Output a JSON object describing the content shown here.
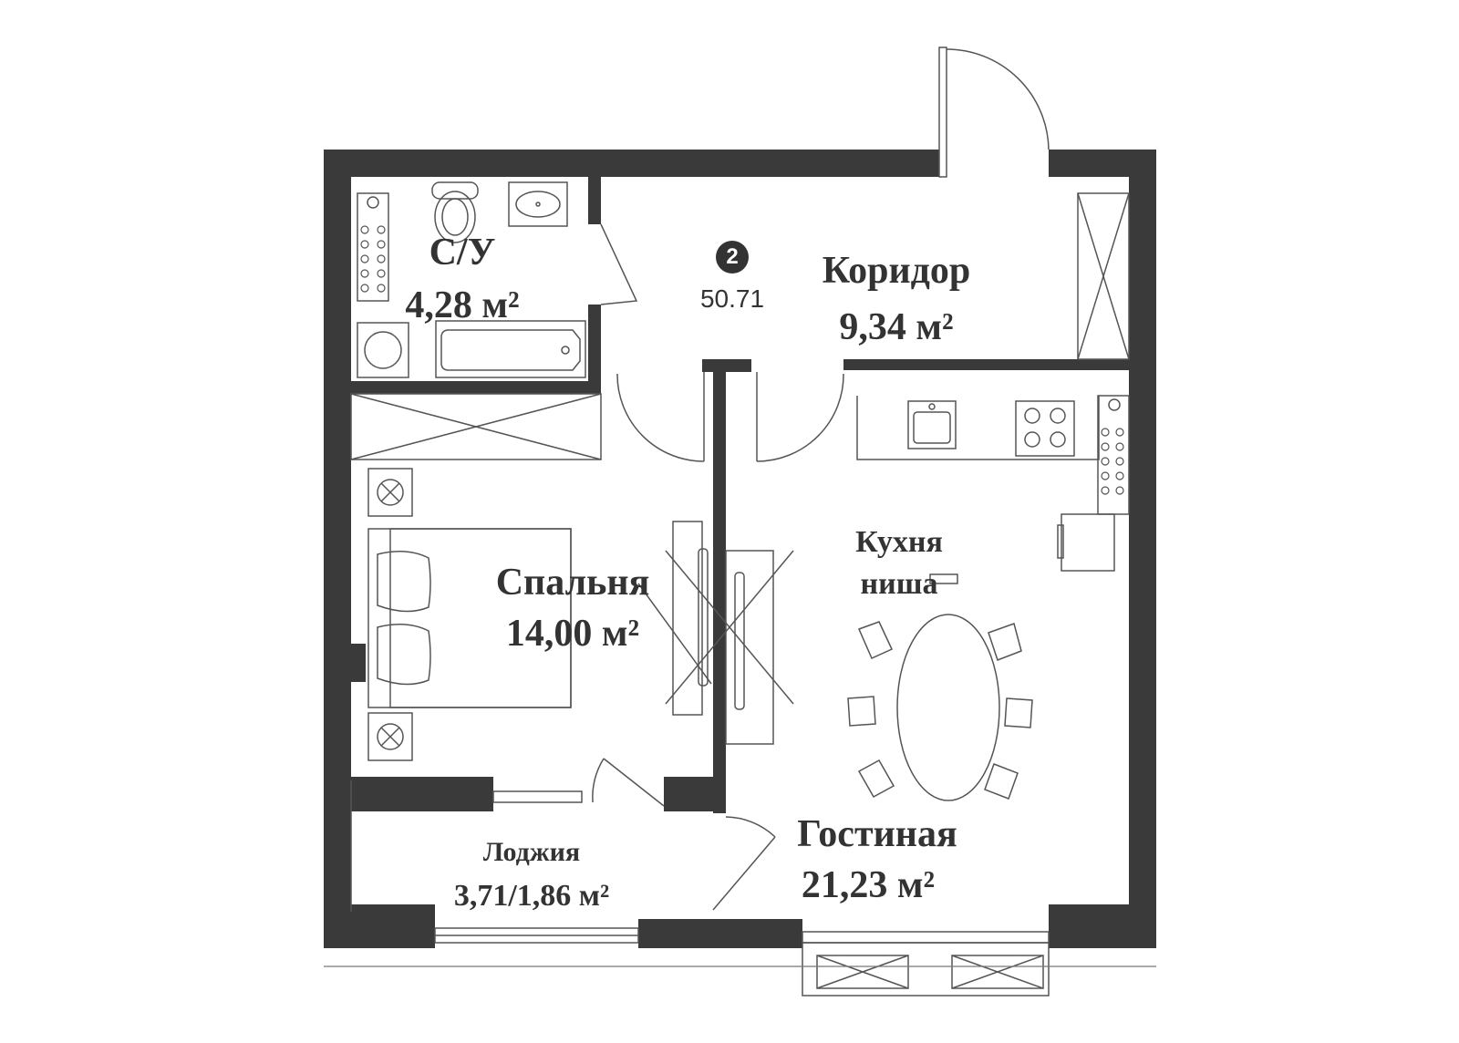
{
  "apartment": {
    "number": "2",
    "area": "50.71"
  },
  "rooms": {
    "bathroom": {
      "name": "С/У",
      "area": "4,28 м²"
    },
    "corridor": {
      "name": "Коридор",
      "area": "9,34 м²"
    },
    "bedroom": {
      "name": "Спальня",
      "area": "14,00 м²"
    },
    "kitchen": {
      "name_line1": "Кухня",
      "name_line2": "ниша"
    },
    "living": {
      "name": "Гостиная",
      "area": "21,23 м²"
    },
    "loggia": {
      "name": "Лоджия",
      "area": "3,71/1,86 м²"
    }
  },
  "colors": {
    "wall": "#3a3a3a",
    "line": "#555555",
    "text": "#333333"
  }
}
